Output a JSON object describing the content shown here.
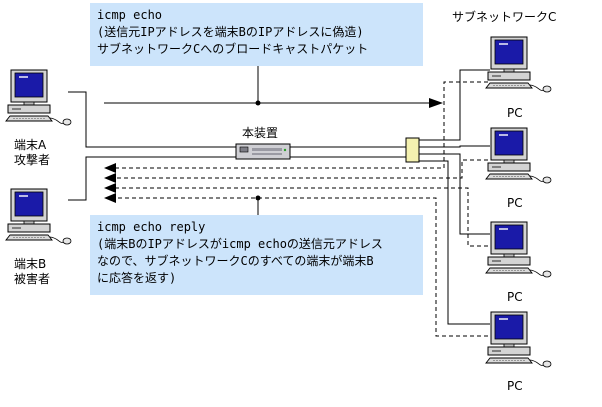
{
  "notes": {
    "echo": {
      "line1": "icmp echo",
      "line2": "(送信元IPアドレスを端末BのIPアドレスに偽造)",
      "line3": "サブネットワークCへのブロードキャストパケット"
    },
    "reply": {
      "line1": "icmp echo reply",
      "line2": "(端末BのIPアドレスがicmp echoの送信元アドレス",
      "line3": "なので、サブネットワークCのすべての端末が端末B",
      "line4": "に応答を返す)"
    }
  },
  "terminal_a": {
    "name": "端末A",
    "role": "攻撃者"
  },
  "terminal_b": {
    "name": "端末B",
    "role": "被害者"
  },
  "device_label": "本装置",
  "subnet_label": "サブネットワークC",
  "pc_label": "PC",
  "colors": {
    "note_bg": "#cce4fb",
    "screen": "#1a1aa8",
    "hub": "#f4f1b0"
  }
}
